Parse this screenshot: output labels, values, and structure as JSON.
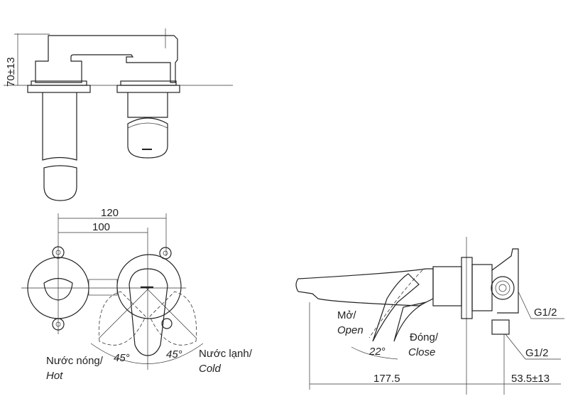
{
  "top_view": {
    "height_dim": "70±13"
  },
  "front_view": {
    "dim_outer": "120",
    "dim_inner": "100",
    "angle_hot": "45°",
    "angle_cold": "45°",
    "hot_label_vi": "Nước nóng/",
    "hot_label_en": "Hot",
    "cold_label_vi": "Nước lạnh/",
    "cold_label_en": "Cold"
  },
  "side_view": {
    "open_label_vi": "Mở/",
    "open_label_en": "Open",
    "close_label_vi": "Đóng/",
    "close_label_en": "Close",
    "angle": "22°",
    "thread_1": "G1/2",
    "thread_2": "G1/2",
    "dim_spout": "177.5",
    "dim_depth": "53.5±13"
  }
}
